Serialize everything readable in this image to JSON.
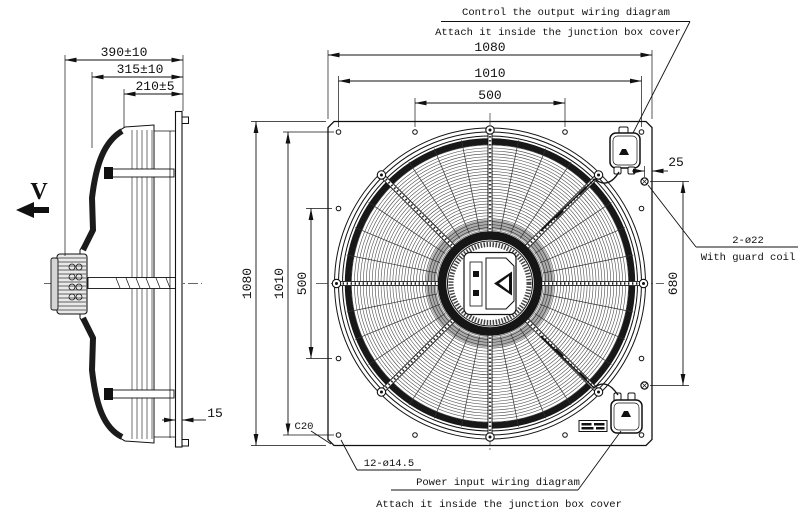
{
  "annotations": {
    "top_note_line1": "Control the output wiring diagram",
    "top_note_line2": "Attach it inside the junction box cover",
    "bottom_note_line1": "Power input wiring diagram",
    "bottom_note_line2": "Attach it inside the junction box cover",
    "guard_holes_label_line1": "2-ø22",
    "guard_holes_label_line2": "With guard coil",
    "mounting_holes_label": "12-ø14.5",
    "chamfer_label": "C20",
    "view_label": "V"
  },
  "side_view_dimensions": {
    "total_depth": "390±10",
    "mid_depth": "315±10",
    "guard_depth": "210±5",
    "plate_thickness": "15"
  },
  "front_view_dimensions": {
    "width_overall": "1080",
    "width_bolt_span": "1010",
    "width_bolt_pitch": "500",
    "height_overall": "1080",
    "height_bolt_span": "1010",
    "height_bolt_pitch": "500",
    "guard_hole_edge_offset": "25",
    "guard_hole_spacing": "680"
  },
  "line_color": "#111111"
}
